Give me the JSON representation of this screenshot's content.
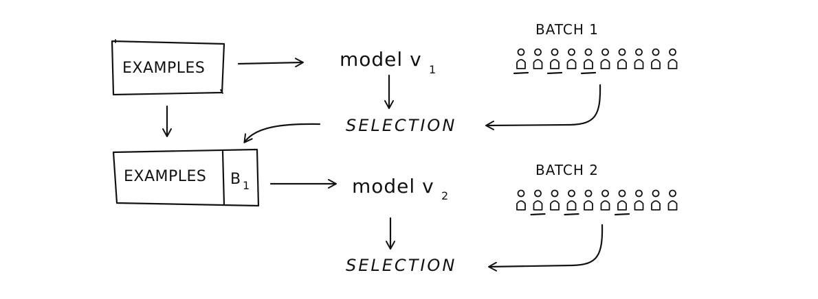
{
  "diagram": {
    "row1": {
      "examples_label": "EXAMPLES",
      "model_label": "model v",
      "model_sub": "1",
      "selection_label": "SELECTION",
      "batch_label": "BATCH 1",
      "batch_selected": [
        1,
        3,
        5
      ]
    },
    "row2": {
      "examples_label": "EXAMPLES",
      "appended_label": "B",
      "appended_sub": "1",
      "model_label": "model v",
      "model_sub": "2",
      "selection_label": "SELECTION",
      "batch_label": "BATCH 2",
      "batch_selected": [
        2,
        4,
        7
      ]
    },
    "batch_size": 10
  }
}
